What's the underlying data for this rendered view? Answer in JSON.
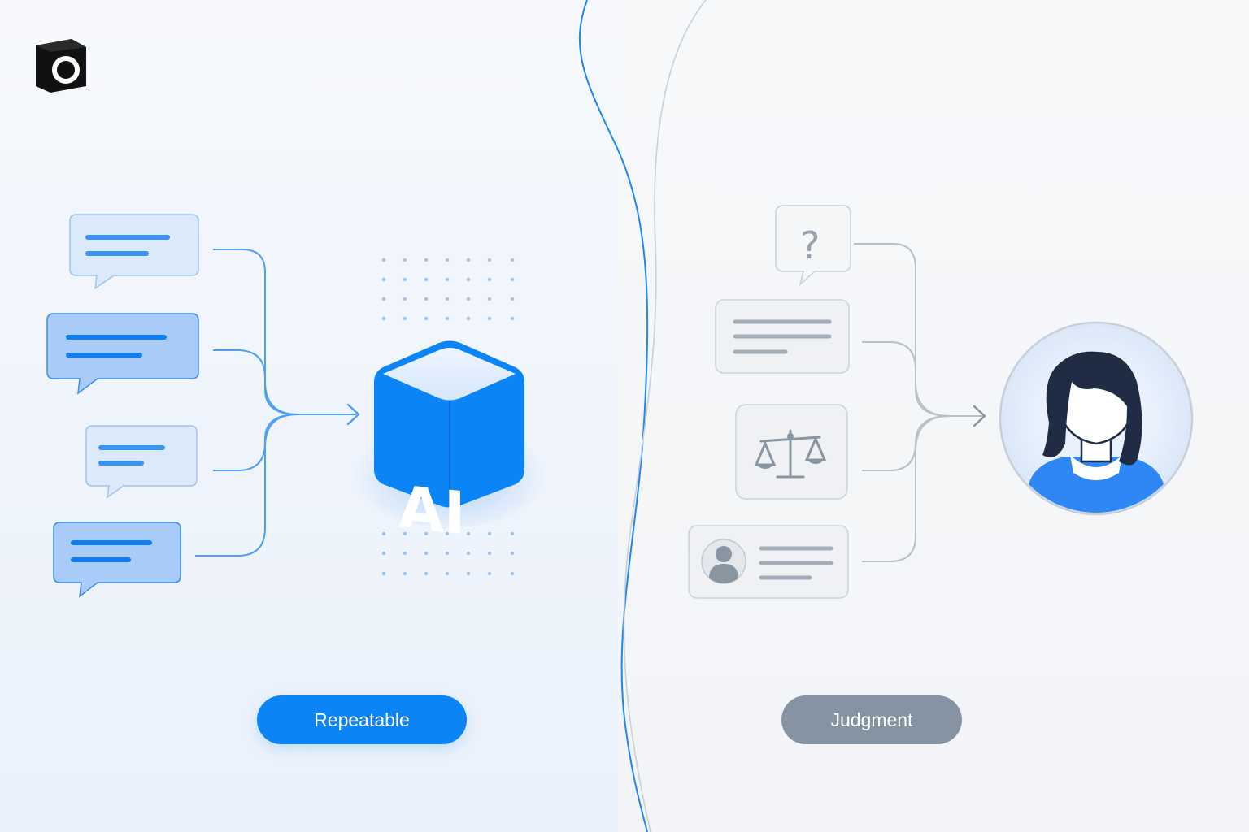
{
  "labels": {
    "left_pill": "Repeatable",
    "right_pill": "Judgment",
    "ai_block_text": "AI",
    "question_mark": "?"
  },
  "colors": {
    "ai_blue": "#0b84f5",
    "bubble_light_fill": "#dbe9fb",
    "bubble_mid_fill": "#a8cbf7",
    "connector_blue": "#4d9ff5",
    "connector_gray": "#b7bfc9",
    "judgment_gray": "#8593a3",
    "person_shirt": "#2f87f5",
    "person_hair": "#1f2c44"
  },
  "icons": {
    "logo": "cube-outline-logo-icon",
    "ai_block": "ai-cube-icon",
    "question": "question-bubble-icon",
    "document": "document-lines-icon",
    "scales": "balance-scale-icon",
    "profile": "profile-card-icon",
    "person": "person-avatar-icon",
    "arrow": "arrow-right-icon"
  },
  "left_inputs": [
    "chat-bubble-light",
    "chat-bubble-mid",
    "chat-bubble-light",
    "chat-bubble-mid"
  ],
  "right_inputs": [
    "question",
    "document",
    "scales",
    "profile"
  ]
}
